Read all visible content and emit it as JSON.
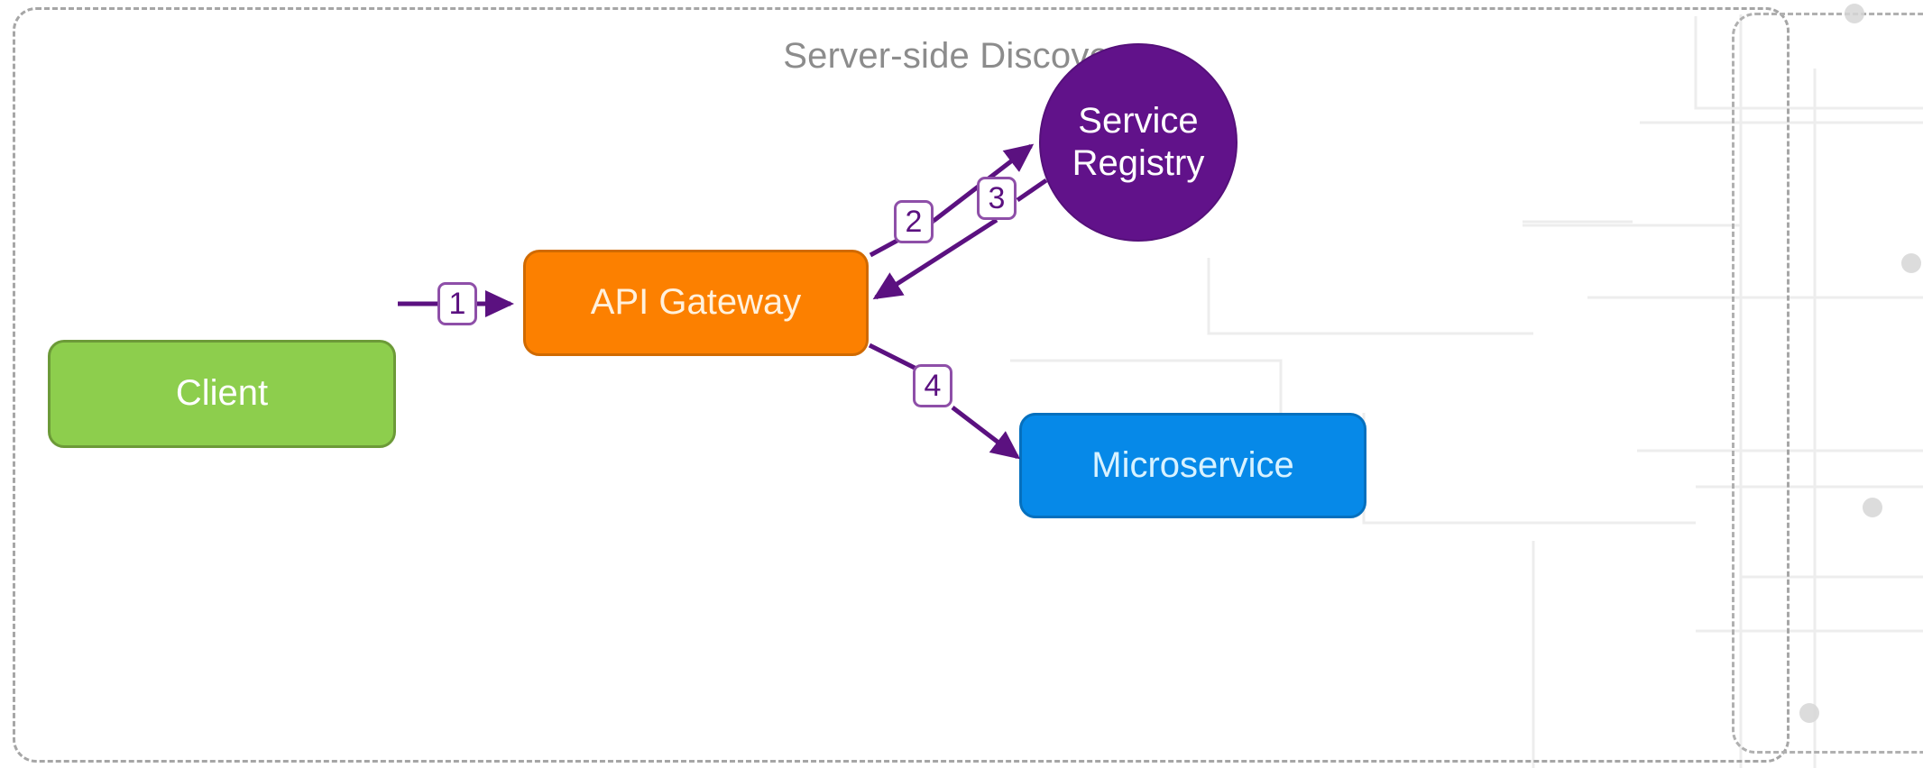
{
  "diagram": {
    "title": "Server-side Discovery",
    "background_color": "#ffffff",
    "nodes": [
      {
        "id": "client",
        "label": "Client",
        "shape": "rounded-rect",
        "fill": "#8DCE4D",
        "stroke": "#6C9A38",
        "text_color": "#ffffff"
      },
      {
        "id": "gateway",
        "label": "API Gateway",
        "shape": "rounded-rect",
        "fill": "#FC8000",
        "stroke": "#D06A00",
        "text_color": "#FFF1DD"
      },
      {
        "id": "registry",
        "label_line1": "Service",
        "label_line2": "Registry",
        "shape": "circle",
        "fill": "#61128A",
        "stroke": "#55107A",
        "text_color": "#FFFFFF"
      },
      {
        "id": "microservice",
        "label": "Microservice",
        "shape": "rounded-rect",
        "fill": "#0689E8",
        "stroke": "#0570BE",
        "text_color": "#D8F2FF"
      }
    ],
    "edges": [
      {
        "id": "e1",
        "label": "1",
        "from": "client",
        "to": "gateway",
        "direction": "right",
        "color": "#5B1180"
      },
      {
        "id": "e2",
        "label": "2",
        "from": "gateway",
        "to": "registry",
        "direction": "up-right",
        "color": "#5B1180"
      },
      {
        "id": "e3",
        "label": "3",
        "from": "registry",
        "to": "gateway",
        "direction": "down-left",
        "color": "#5B1180"
      },
      {
        "id": "e4",
        "label": "4",
        "from": "gateway",
        "to": "microservice",
        "direction": "down-right",
        "color": "#5B1180"
      }
    ],
    "containers": [
      {
        "id": "main-group",
        "style": "dashed",
        "stroke": "#a6a6a6",
        "title": "Server-side Discovery"
      },
      {
        "id": "secondary-group",
        "style": "dashed",
        "stroke": "#b0b0b0",
        "title": ""
      }
    ],
    "accent_color": "#5B1180",
    "title_color": "#8c8c8c"
  }
}
